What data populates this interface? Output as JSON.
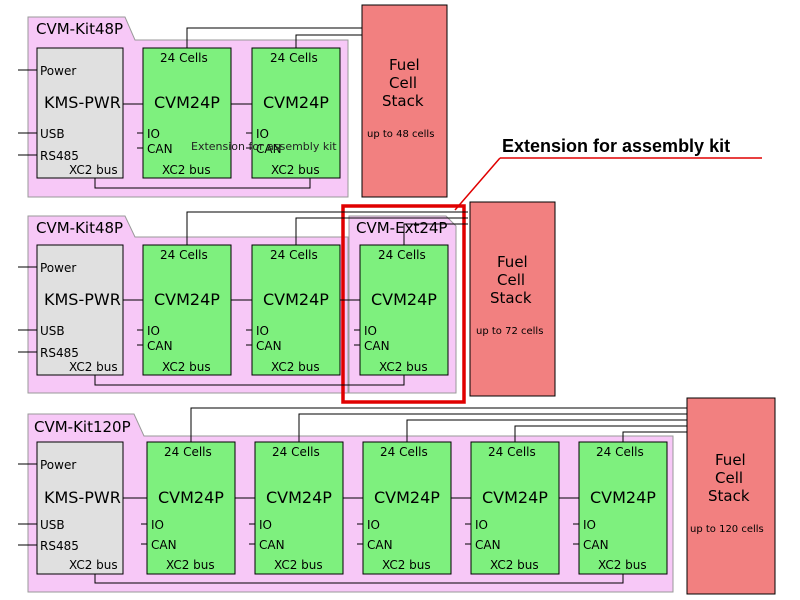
{
  "kits": [
    {
      "title": "CVM-Kit48P",
      "modules": 2,
      "stack_label": "up to 48 cells"
    },
    {
      "title": "CVM-Kit48P",
      "modules": 2,
      "stack_label": "up to 72 cells"
    },
    {
      "title": "CVM-Kit120P",
      "modules": 5,
      "stack_label": "up to 120 cells"
    }
  ],
  "extension": {
    "title": "CVM-Ext24P"
  },
  "kms": {
    "power": "Power",
    "name": "KMS-PWR",
    "usb": "USB",
    "rs485": "RS485",
    "bus": "XC2 bus"
  },
  "cvm": {
    "cells": "24 Cells",
    "name": "CVM24P",
    "io": "IO",
    "can": "CAN",
    "bus": "XC2 bus"
  },
  "stack": {
    "line1": "Fuel",
    "line2": "Cell",
    "line3": "Stack"
  },
  "callout": {
    "text": "Extension for assembly kit"
  },
  "overlay_text": "Extension for assembly kit",
  "colors": {
    "kit_bg": "#f7c8f7",
    "module_green": "#7ef07e",
    "kms_gray": "#e0e0e0",
    "stack_red": "#f28080",
    "callout_red": "#e00000"
  }
}
